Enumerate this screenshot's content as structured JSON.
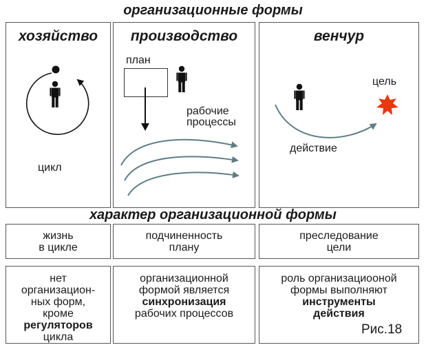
{
  "header": {
    "title": "организационные формы"
  },
  "panels": [
    {
      "title": "хозяйство",
      "cycle_label": "цикл"
    },
    {
      "title": "производство",
      "plan_label": "план",
      "process_label": [
        "рабочие",
        "процессы"
      ]
    },
    {
      "title": "венчур",
      "goal_label": "цель",
      "action_label": "действие"
    }
  ],
  "subheader": {
    "title": "характер организационной формы"
  },
  "character_row": [
    [
      "жизнь",
      "в цикле"
    ],
    [
      "подчиненность",
      "плану"
    ],
    [
      "преследование",
      "цели"
    ]
  ],
  "desc_row": [
    {
      "lines": [
        "нет",
        "организацион-",
        "ных форм,",
        "кроме"
      ],
      "bold": "регуляторов",
      "tail": [
        "цикла"
      ]
    },
    {
      "lines": [
        "организационной",
        "формой является"
      ],
      "bold": "синхронизация",
      "tail": [
        "рабочих процессов"
      ]
    },
    {
      "lines": [
        "роль организациооной",
        "формы выполняют"
      ],
      "bold_lines": [
        "инструменты",
        "действия"
      ]
    }
  ],
  "figure_label": "Рис.18",
  "colors": {
    "arrow": "#5f7d84",
    "goal_star": "#e8380d",
    "figure": "#111111",
    "border": "#555555"
  },
  "icons": [
    "person-icon",
    "dot-icon",
    "cycle-arrow-icon",
    "down-arrow-icon",
    "star-burst-icon"
  ]
}
